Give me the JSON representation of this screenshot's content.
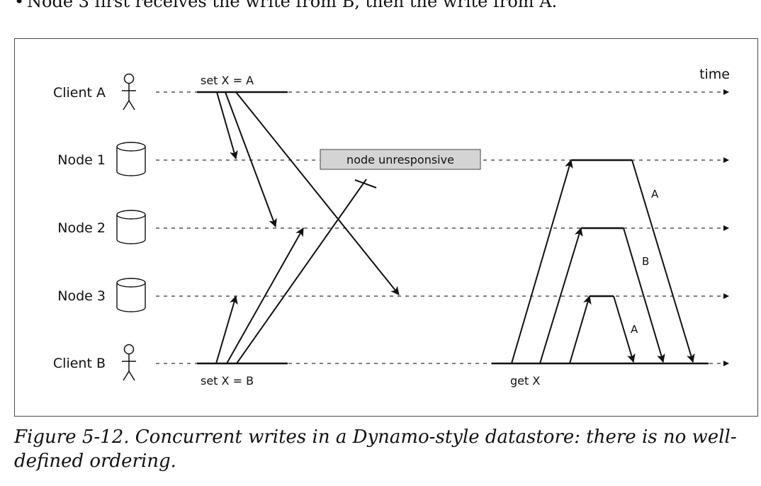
{
  "intro_text": "Node 3 first receives the write from B, then the write from A.",
  "caption": {
    "number": "Figure 5-12.",
    "text": "Concurrent writes in a Dynamo-style datastore: there is no well-defined ordering."
  },
  "diagram": {
    "time_label": "time",
    "lanes": [
      {
        "label": "Client A",
        "kind": "client"
      },
      {
        "label": "Node 1",
        "kind": "node"
      },
      {
        "label": "Node 2",
        "kind": "node"
      },
      {
        "label": "Node 3",
        "kind": "node"
      },
      {
        "label": "Client B",
        "kind": "client"
      }
    ],
    "operations": {
      "set_a": "set X = A",
      "set_b": "set X = B",
      "get": "get X"
    },
    "status_box": "node unresponsive",
    "response_labels": [
      "A",
      "B",
      "A"
    ]
  },
  "colors": {
    "status_box_fill": "#d4d4d4",
    "line": "#111111",
    "frame": "#4a4a4a"
  }
}
